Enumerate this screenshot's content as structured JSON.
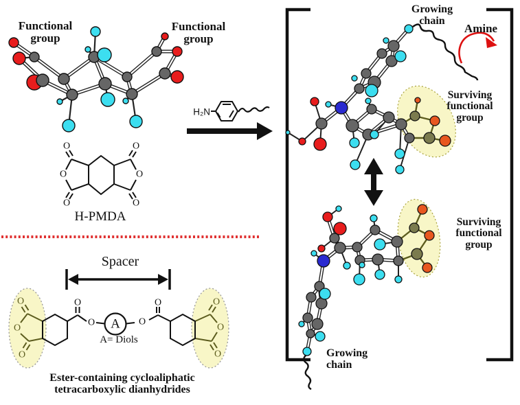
{
  "figure": {
    "left_panel": {
      "functional_group_label": {
        "line1": "Functional",
        "line2": "group"
      },
      "monomer_name": "H-PMDA",
      "reagent_formula": "H₂N",
      "spacer_label": "Spacer",
      "linker_symbol": "A",
      "linker_definition": "A= Diols",
      "caption_line1": "Ester-containing cycloaliphatic",
      "caption_line2": "tetracarboxylic dianhydrides"
    },
    "right_panel": {
      "growing_chain": {
        "line1": "Growing",
        "line2": "chain"
      },
      "amine_label": "Amine",
      "surviving_group": {
        "line1": "Surviving",
        "line2": "functional",
        "line3": "group"
      }
    },
    "atom_label_oxygen": "O",
    "palette": {
      "carbon": "#666666",
      "hydrogen": "#3cdef0",
      "oxygen": "#e81d1d",
      "nitrogen": "#2a2ad0",
      "anhydride_carbon": "#7b7b4e",
      "anhydride_oxygen": "#e8571f",
      "anhydride_bond": "#5c5c1e",
      "highlight_fill": "#f8f6c7",
      "divider_red": "#e03131",
      "amine_arrow_red": "#dd1111",
      "bond_black": "#222222"
    }
  }
}
